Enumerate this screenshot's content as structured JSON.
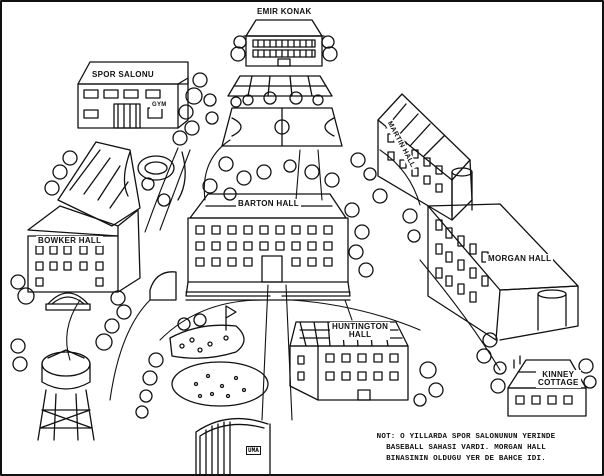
{
  "labels": {
    "emir_konak": "EMIR KONAK",
    "spor_salonu": "SPOR SALONU",
    "gym": "GYM",
    "martin_hall": "MARTIN HALL",
    "barton_hall": "BARTON HALL",
    "bowker_hall": "BOWKER HALL",
    "morgan_hall": "MORGAN HALL",
    "huntington_hall_1": "HUNTINGTON",
    "huntington_hall_2": "HALL",
    "kinney_cottage_1": "KINNEY",
    "kinney_cottage_2": "COTTAGE"
  },
  "note": {
    "line1": "NOT: O YILLARDA SPOR SALONUNUN YERINDE",
    "line2": "BASEBALL SAHASI VARDI. MORGAN HALL",
    "line3": "BINASININ OLDUGU YER DE BAHCE IDI."
  },
  "signature": "UMA"
}
